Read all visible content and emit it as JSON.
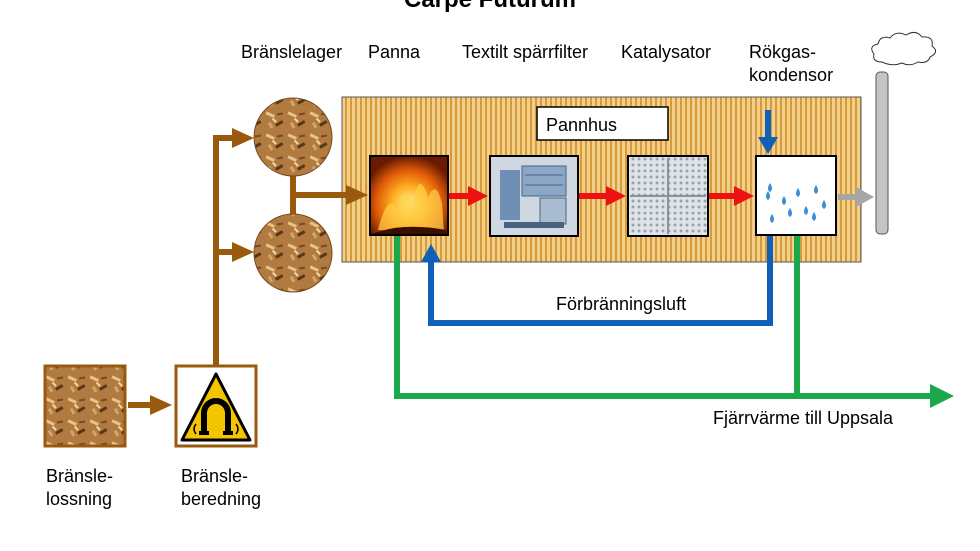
{
  "title": "Carpe Futurum",
  "labels": {
    "fuel_storage": "Bränslelager",
    "boiler": "Panna",
    "textile_filter": "Textilt spärrfilter",
    "catalyst": "Katalysator",
    "flue_gas_condenser_line1": "Rökgas-",
    "flue_gas_condenser_line2": "kondensor",
    "boiler_house": "Pannhus",
    "combustion_air": "Förbränningsluft",
    "district_heating": "Fjärrvärme till Uppsala",
    "fuel_unloading_line1": "Bränsle-",
    "fuel_unloading_line2": "lossning",
    "fuel_preparation_line1": "Bränsle-",
    "fuel_preparation_line2": "beredning"
  },
  "colors": {
    "fuel_flow": "#9a5a0e",
    "flue_gas_flow": "#ee1111",
    "air_flow": "#1060b8",
    "heat_flow": "#1ba84a",
    "exhaust_flow": "#a6a6a6",
    "boiler_house_fill": "#e8b24a"
  }
}
